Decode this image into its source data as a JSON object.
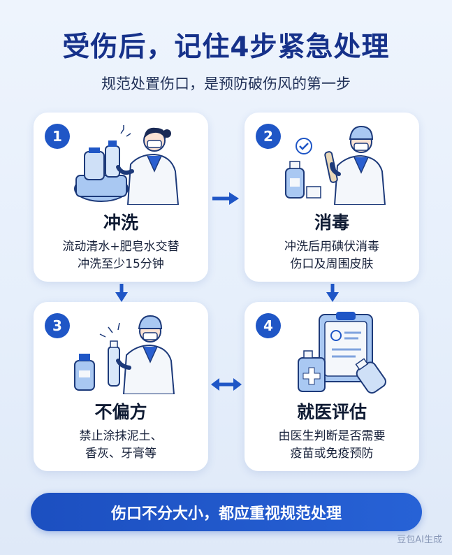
{
  "title": "受伤后，记住4步紧急处理",
  "subtitle": "规范处置伤口，是预防破伤风的第一步",
  "steps": [
    {
      "number": "1",
      "title": "冲洗",
      "desc_line1": "流动清水+肥皂水交替",
      "desc_line2": "冲洗至少15分钟",
      "illustration": "doctor-washing-with-water-bottle-and-basin"
    },
    {
      "number": "2",
      "title": "消毒",
      "desc_line1": "冲洗后用碘伏消毒",
      "desc_line2": "伤口及周围皮肤",
      "illustration": "doctor-with-iodine-bottle-and-check-mark"
    },
    {
      "number": "3",
      "title": "不偏方",
      "desc_line1": "禁止涂抹泥土、",
      "desc_line2": "香灰、牙膏等",
      "illustration": "doctor-holding-bottle"
    },
    {
      "number": "4",
      "title": "就医评估",
      "desc_line1": "由医生判断是否需要",
      "desc_line2": "疫苗或免疫预防",
      "illustration": "clipboard-first-aid-and-vaccine-vial"
    }
  ],
  "banner": "伤口不分大小，都应重视规范处理",
  "watermark": "豆包AI生成",
  "colors": {
    "accent": "#1f56c6",
    "title": "#16318a",
    "background": "#eaf1fc",
    "light_blue": "#a9c8f2"
  }
}
